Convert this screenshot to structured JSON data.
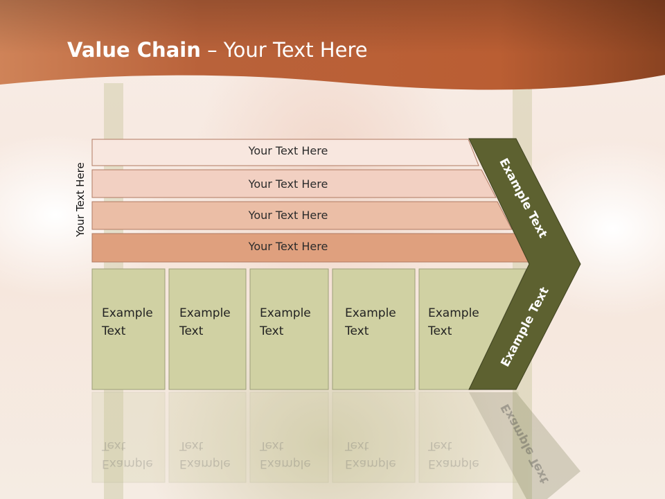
{
  "slide": {
    "title_bold": "Value Chain",
    "title_rest": " – Your Text Here",
    "side_label": "Your Text Here"
  },
  "tiers": [
    {
      "label": "Your Text Here",
      "color": "#f8e7df"
    },
    {
      "label": "Your Text Here",
      "color": "#f2d0c2"
    },
    {
      "label": "Your Text Here",
      "color": "#ebbea6"
    },
    {
      "label": "Your Text Here",
      "color": "#dfa07e"
    }
  ],
  "chevron": {
    "top_label": "Example Text",
    "bottom_label": "Example Text",
    "color": "#5d6130"
  },
  "boxes": [
    {
      "line1": "Example",
      "line2": "Text"
    },
    {
      "line1": "Example",
      "line2": "Text"
    },
    {
      "line1": "Example",
      "line2": "Text"
    },
    {
      "line1": "Example",
      "line2": "Text"
    },
    {
      "line1": "Example",
      "line2": "Text"
    }
  ],
  "colors": {
    "header": "#c4683a",
    "box_fill": "#d0d1a3",
    "box_border": "#9d9f78"
  }
}
